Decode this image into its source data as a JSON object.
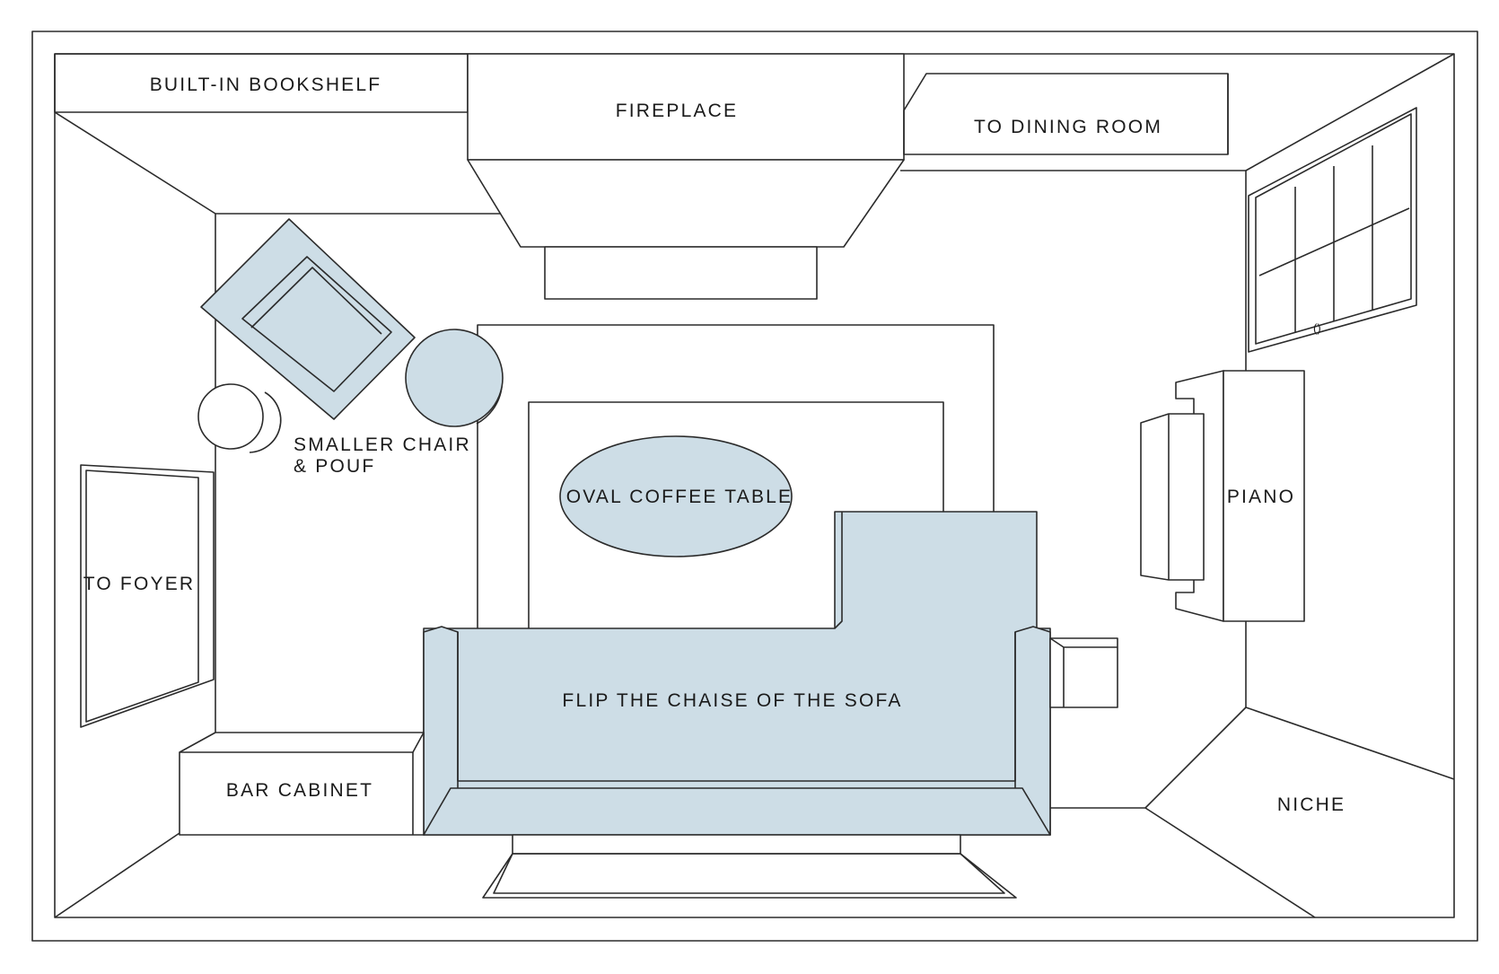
{
  "colors": {
    "furniture_fill": "#cddde6",
    "line": "#2b2b2b",
    "background": "#ffffff"
  },
  "labels": {
    "bookshelf": "BUILT-IN BOOKSHELF",
    "fireplace": "FIREPLACE",
    "dining": "TO DINING ROOM",
    "chair_line1": "SMALLER CHAIR",
    "chair_line2": "& POUF",
    "coffee_table": "OVAL COFFEE TABLE",
    "piano": "PIANO",
    "foyer": "TO FOYER",
    "sofa": "FLIP THE CHAISE OF THE SOFA",
    "bar_cabinet": "BAR CABINET",
    "niche": "NICHE"
  }
}
